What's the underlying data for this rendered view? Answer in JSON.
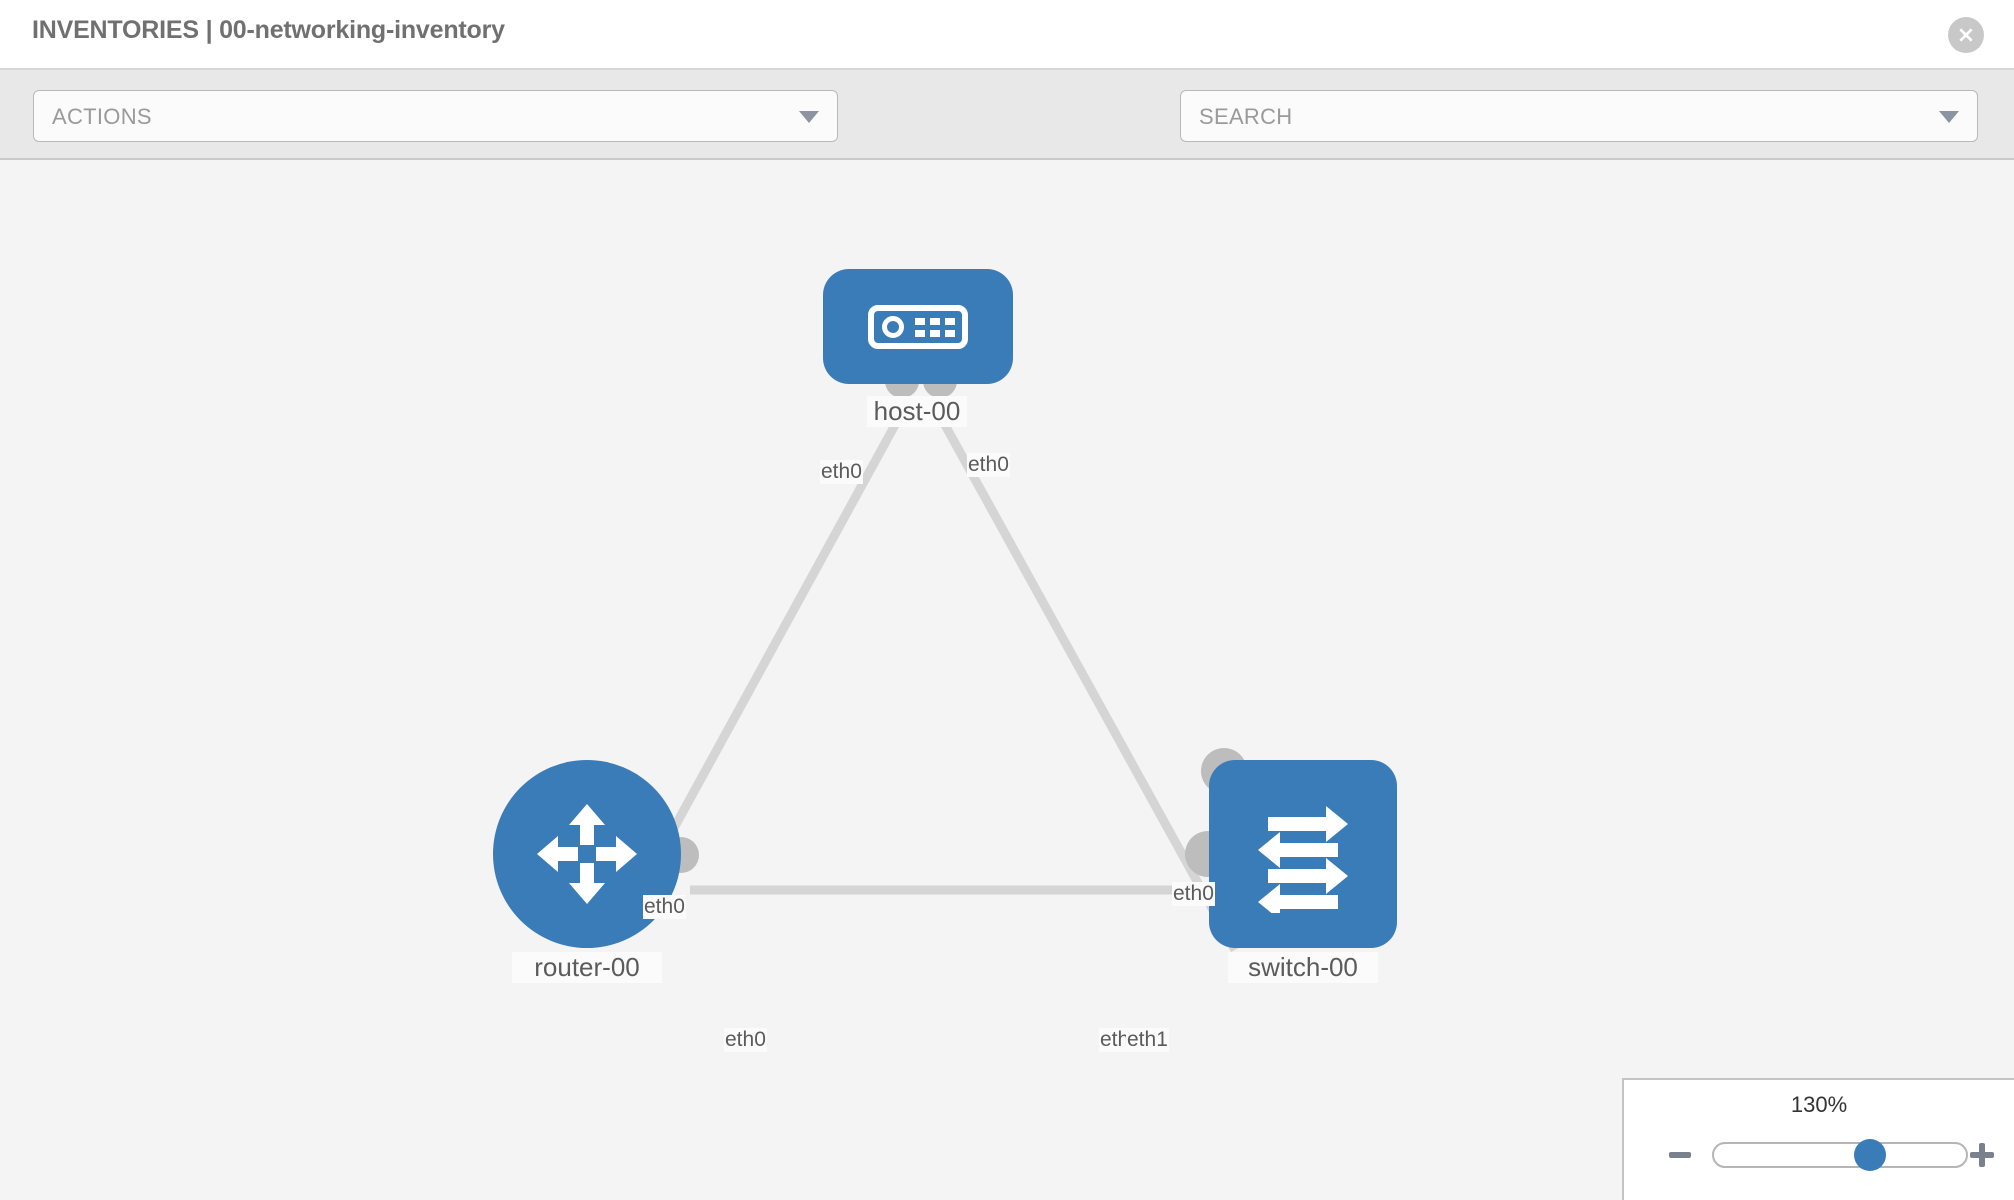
{
  "header": {
    "title": "INVENTORIES | 00-networking-inventory",
    "close_label": "×"
  },
  "toolbar": {
    "actions_label": "ACTIONS",
    "search_placeholder": "SEARCH",
    "wrench_icon": "wrench-icon",
    "key_icon": "key-icon",
    "caret_icon": "chevron-down-icon"
  },
  "topology": {
    "nodes": [
      {
        "id": "host-00",
        "label": "host-00",
        "type": "host",
        "shape": "rounded-square",
        "icon": "server-icon",
        "color": "#3a7cb8"
      },
      {
        "id": "router-00",
        "label": "router-00",
        "type": "router",
        "shape": "circle",
        "icon": "router-icon",
        "color": "#3a7cb8"
      },
      {
        "id": "switch-00",
        "label": "switch-00",
        "type": "switch",
        "shape": "rounded-square",
        "icon": "switch-icon",
        "color": "#3a7cb8"
      }
    ],
    "links": [
      {
        "from": "host-00",
        "from_port": "eth0",
        "to": "router-00",
        "to_port": "eth0"
      },
      {
        "from": "host-00",
        "from_port": "eth0",
        "to": "switch-00",
        "to_port": "eth0"
      },
      {
        "from": "router-00",
        "from_port": "eth0",
        "to": "switch-00",
        "to_port": "eth1"
      }
    ],
    "port_labels": {
      "host_left": "eth0",
      "host_right": "eth0",
      "router_top": "eth0",
      "switch_top": "eth0",
      "router_right": "eth0",
      "switch_left_hidden": "eth0",
      "switch_left": "eth1"
    }
  },
  "zoom_control": {
    "value": "130%",
    "minus_label": "−",
    "plus_label": "+",
    "slider_position_percent": 62
  }
}
